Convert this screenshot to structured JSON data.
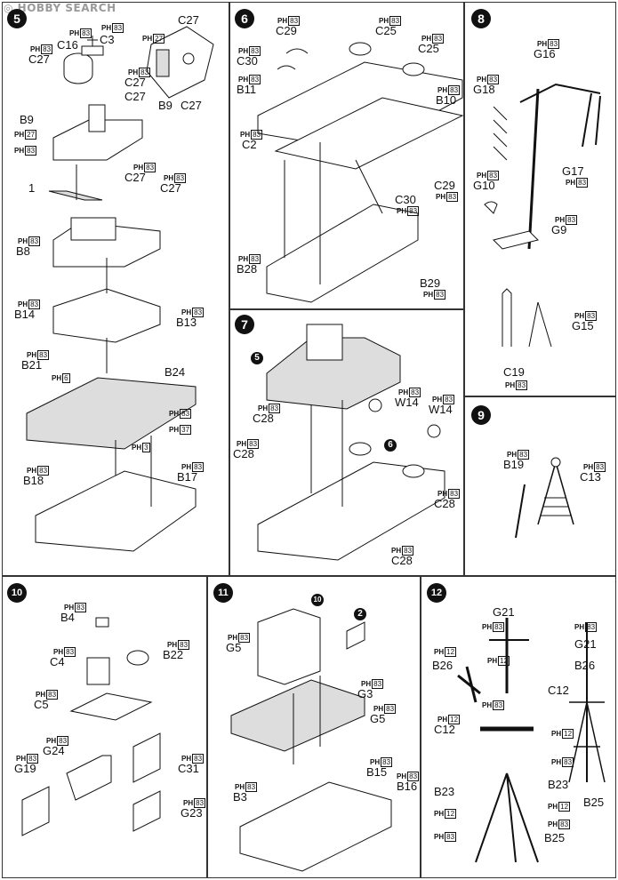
{
  "watermark": "HOBBY SEARCH",
  "steps": [
    {
      "id": "5",
      "number": "5"
    },
    {
      "id": "6",
      "number": "6"
    },
    {
      "id": "7",
      "number": "7"
    },
    {
      "id": "8",
      "number": "8"
    },
    {
      "id": "9",
      "number": "9"
    },
    {
      "id": "10",
      "number": "10"
    },
    {
      "id": "11",
      "number": "11"
    },
    {
      "id": "12",
      "number": "12"
    }
  ],
  "paint_prefix": "PH",
  "parts": {
    "s5": [
      "C16",
      "C3",
      "C27",
      "C27",
      "C27",
      "C27",
      "B9",
      "C27",
      "B9",
      "C27",
      "C27",
      "1",
      "B8",
      "B14",
      "B13",
      "B21",
      "B24",
      "B18",
      "B17"
    ],
    "s6": [
      "C29",
      "C25",
      "C30",
      "C25",
      "B11",
      "B10",
      "C2",
      "C30",
      "C29",
      "B28",
      "B29"
    ],
    "s7": [
      "W14",
      "W14",
      "C28",
      "C28",
      "C28",
      "C28"
    ],
    "s8": [
      "G16",
      "G18",
      "G10",
      "G17",
      "G9",
      "G15",
      "C19"
    ],
    "s9": [
      "B19",
      "C13"
    ],
    "s10": [
      "B4",
      "C4",
      "B22",
      "C5",
      "G24",
      "G19",
      "C31",
      "G23"
    ],
    "s11": [
      "G5",
      "G3",
      "G5",
      "B15",
      "B16",
      "B3"
    ],
    "s12": [
      "G21",
      "G21",
      "B26",
      "B26",
      "C12",
      "C12",
      "B23",
      "B23",
      "B25",
      "B25"
    ]
  },
  "paint_codes": {
    "c83": "83",
    "c27": "27",
    "c6": "6",
    "c37": "37",
    "c3": "3",
    "c12": "12"
  },
  "sub_refs": {
    "ref5": "5",
    "ref6": "6",
    "ref10": "10",
    "ref2": "2"
  }
}
